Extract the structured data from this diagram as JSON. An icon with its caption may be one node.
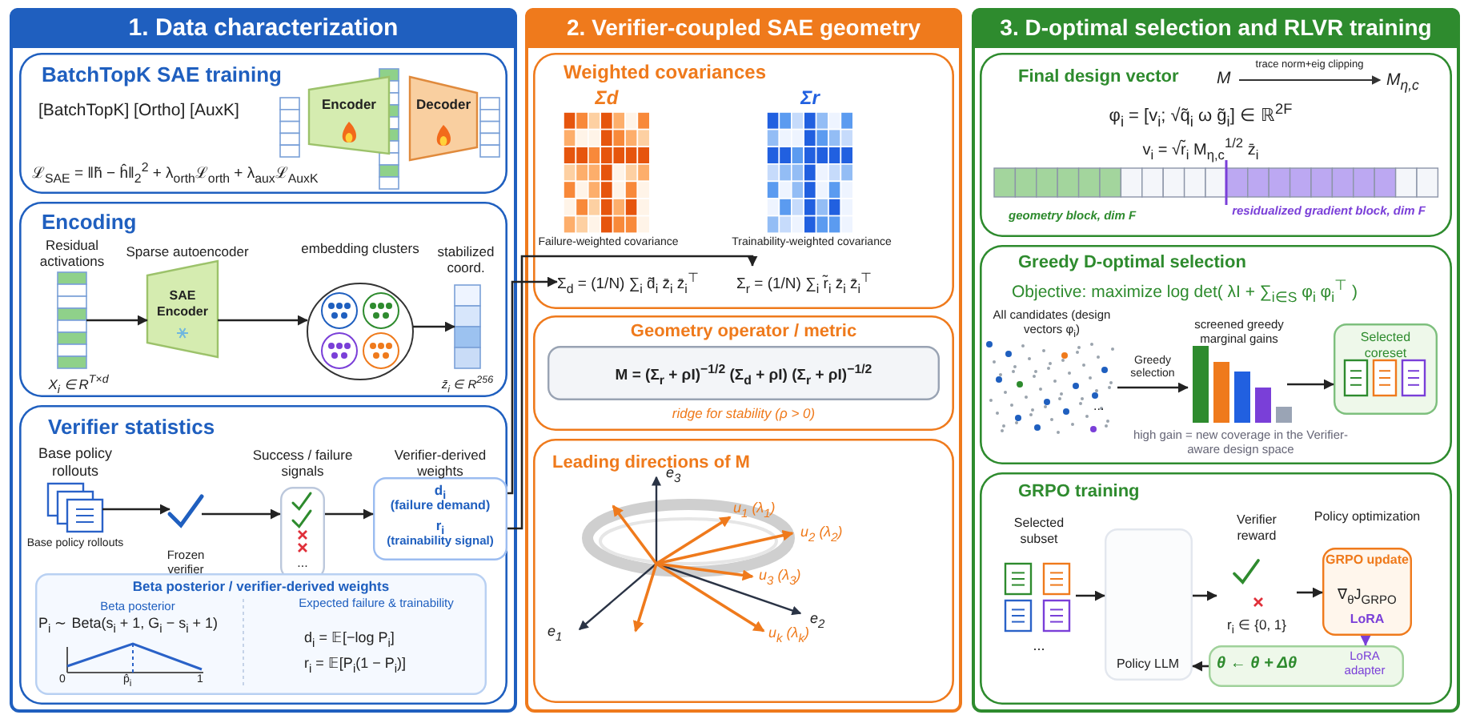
{
  "diagram": {
    "nodes": [
      {
        "text": [
          "1. Data characterization"
        ]
      },
      {
        "text": [
          "BatchTopK SAE training",
          "[BatchTopK] [Ortho] [AuxK]",
          "ℒ$_{SAE}$ = ‖h̃ − ĥ‖$_{2}$$^{2}$ + λ$_{orth}$ℒ$_{orth}$ + λ$_{aux}$ℒ$_{AuxK}$"
        ],
        "in": 0
      },
      {
        "text": [
          "Encoder"
        ],
        "in": 1
      },
      {
        "text": [
          "Decoder"
        ],
        "in": 1
      },
      {
        "text": [
          "Encoding"
        ],
        "in": 0
      },
      {
        "text": [
          "Residual activations"
        ],
        "beside": [
          "X$_{i}$ ∈ R$^{T×d}$"
        ],
        "in": 4
      },
      {
        "text": [
          "Sparse autoencoder",
          "SAE Encoder"
        ],
        "in": 4
      },
      {
        "text": [
          "embedding clusters"
        ],
        "in": 4
      },
      {
        "text": [
          "stabilized coord."
        ],
        "beside": [
          "z̄$_{i}$ ∈ R$^{256}$"
        ],
        "in": 4
      },
      {
        "text": [
          "Verifier statistics"
        ],
        "in": 0
      },
      {
        "text": [
          "Base policy rollouts"
        ],
        "beside": [
          "Base policy rollouts"
        ],
        "in": 9
      },
      {
        "text": [
          "Frozen verifier"
        ],
        "in": 9
      },
      {
        "text": [
          "Success / failure signals",
          "..."
        ],
        "in": 9
      },
      {
        "text": [
          "Verifier-derived weights",
          "d$_{i}$",
          "(failure demand)",
          "r$_{i}$",
          "(trainability signal)"
        ],
        "in": 9
      },
      {
        "text": [
          "Beta posterior / verifier-derived weights",
          "Beta posterior",
          "P$_{i}$ ∼ Beta(s$_{i}$ + 1, G$_{i}$ − s$_{i}$ + 1)",
          "Expected failure & trainability",
          "d$_{i}$ = 𝔼[−log P$_{i}$]",
          "r$_{i}$ = 𝔼[P$_{i}$(1 − P$_{i}$)]"
        ],
        "in": 9
      },
      {
        "text": [
          "2. Verifier-coupled SAE geometry"
        ]
      },
      {
        "text": [
          "Weighted covariances"
        ],
        "in": 15
      },
      {
        "text": [
          "Σd"
        ],
        "beside": [
          "Failure-weighted covariance"
        ],
        "in": 16
      },
      {
        "text": [
          "Σr"
        ],
        "beside": [
          "Trainability-weighted covariance"
        ],
        "in": 16
      },
      {
        "text": [
          "Σ$_{d}$ = (1/N) ∑$_{i}$ d̃$_{i}$ z̄$_{i}$ z̄$_{i}$$^{⊤}$"
        ],
        "in": 16
      },
      {
        "text": [
          "Σ$_{r}$ = (1/N) ∑$_{i}$ r̃$_{i}$ z̄$_{i}$ z̄$_{i}$$^{⊤}$"
        ],
        "in": 16
      },
      {
        "text": [
          "Geometry operator / metric",
          "ridge for stability (ρ > 0)"
        ],
        "in": 15
      },
      {
        "text": [
          "M = (Σ$_{r}$ + ρI)$^{−1/2}$ (Σ$_{d}$ + ρI) (Σ$_{r}$ + ρI)$^{−1/2}$"
        ],
        "in": 21
      },
      {
        "text": [
          "Leading directions of M"
        ],
        "in": 15
      },
      {
        "text": [
          "3. D-optimal selection and RLVR training"
        ]
      },
      {
        "text": [
          "Final design vector",
          "M",
          "trace norm+eig clipping",
          "M$_{η,c}$",
          "φ$_{i}$ = [v$_{i}$; √q̃$_{i}$ ω g̃$_{i}$] ∈ ℝ$^{2F}$",
          "v$_{i}$ = √r̃$_{i}$ M$_{η,c}$$^{1/2}$ z̄$_{i}$",
          "geometry block, dim F",
          "residualized gradient block, dim F"
        ],
        "in": 24
      },
      {
        "text": [
          "Greedy D-optimal selection",
          "Objective: maximize log det( λI + ∑$_{i∈S}$ φ$_{i}$ φ$_{i}$$^{⊤}$ )",
          "high gain = new coverage in the Verifier-aware design space"
        ],
        "in": 24
      },
      {
        "text": [
          "All candidates (design vectors φ$_{i}$)"
        ],
        "in": 26
      },
      {
        "text": [
          "screened greedy marginal gains"
        ],
        "in": 26
      },
      {
        "text": [
          "Selected coreset"
        ],
        "in": 26
      },
      {
        "text": [
          "GRPO training"
        ],
        "in": 24
      },
      {
        "text": [
          "Selected subset",
          "..."
        ],
        "in": 30
      },
      {
        "text": [
          "Policy LLM"
        ],
        "in": 30
      },
      {
        "text": [
          "Verifier reward",
          "r$_{i}$ ∈ {0, 1}"
        ],
        "in": 30
      },
      {
        "text": [
          "Policy optimization",
          "GRPO update",
          "∇$_{θ}$J$_{GRPO}$",
          "LoRA"
        ],
        "in": 30
      },
      {
        "text": [
          "θ ← θ + Δθ",
          "LoRA adapter"
        ],
        "in": 30
      }
    ],
    "edges": [
      {
        "from": 5,
        "to": 6,
        "arrow": "to"
      },
      {
        "from": 6,
        "to": 7,
        "arrow": "to"
      },
      {
        "from": 7,
        "to": 8,
        "arrow": "to"
      },
      {
        "from": 10,
        "to": 11,
        "arrow": "to"
      },
      {
        "from": 11,
        "to": 12,
        "arrow": "to"
      },
      {
        "from": 12,
        "to": 13,
        "arrow": "to"
      },
      {
        "from": 13,
        "to": 19,
        "arrow": "to"
      },
      {
        "from": 13,
        "to": 20,
        "arrow": "to"
      },
      {
        "from": 27,
        "to": 28,
        "arrow": "to",
        "label": "Greedy selection"
      },
      {
        "from": 28,
        "to": 29,
        "arrow": "to"
      },
      {
        "from": 31,
        "to": 32,
        "arrow": "to"
      },
      {
        "from": 32,
        "to": 33,
        "arrow": "to"
      },
      {
        "from": 33,
        "to": 34,
        "arrow": "to"
      },
      {
        "from": 34,
        "to": 35,
        "arrow": "to",
        "color": "#7a3fd8"
      },
      {
        "from": 35,
        "to": 32,
        "arrow": "to"
      }
    ],
    "labels": [
      "0",
      "p̂$_{i}$",
      "1",
      "e$_{3}$",
      "e$_{1}$",
      "e$_{2}$",
      "u$_{1}$ (λ$_{1}$)",
      "u$_{2}$ (λ$_{2}$)",
      "u$_{3}$ (λ$_{3}$)",
      "u$_{k}$ (λ$_{k}$)",
      "..."
    ]
  }
}
